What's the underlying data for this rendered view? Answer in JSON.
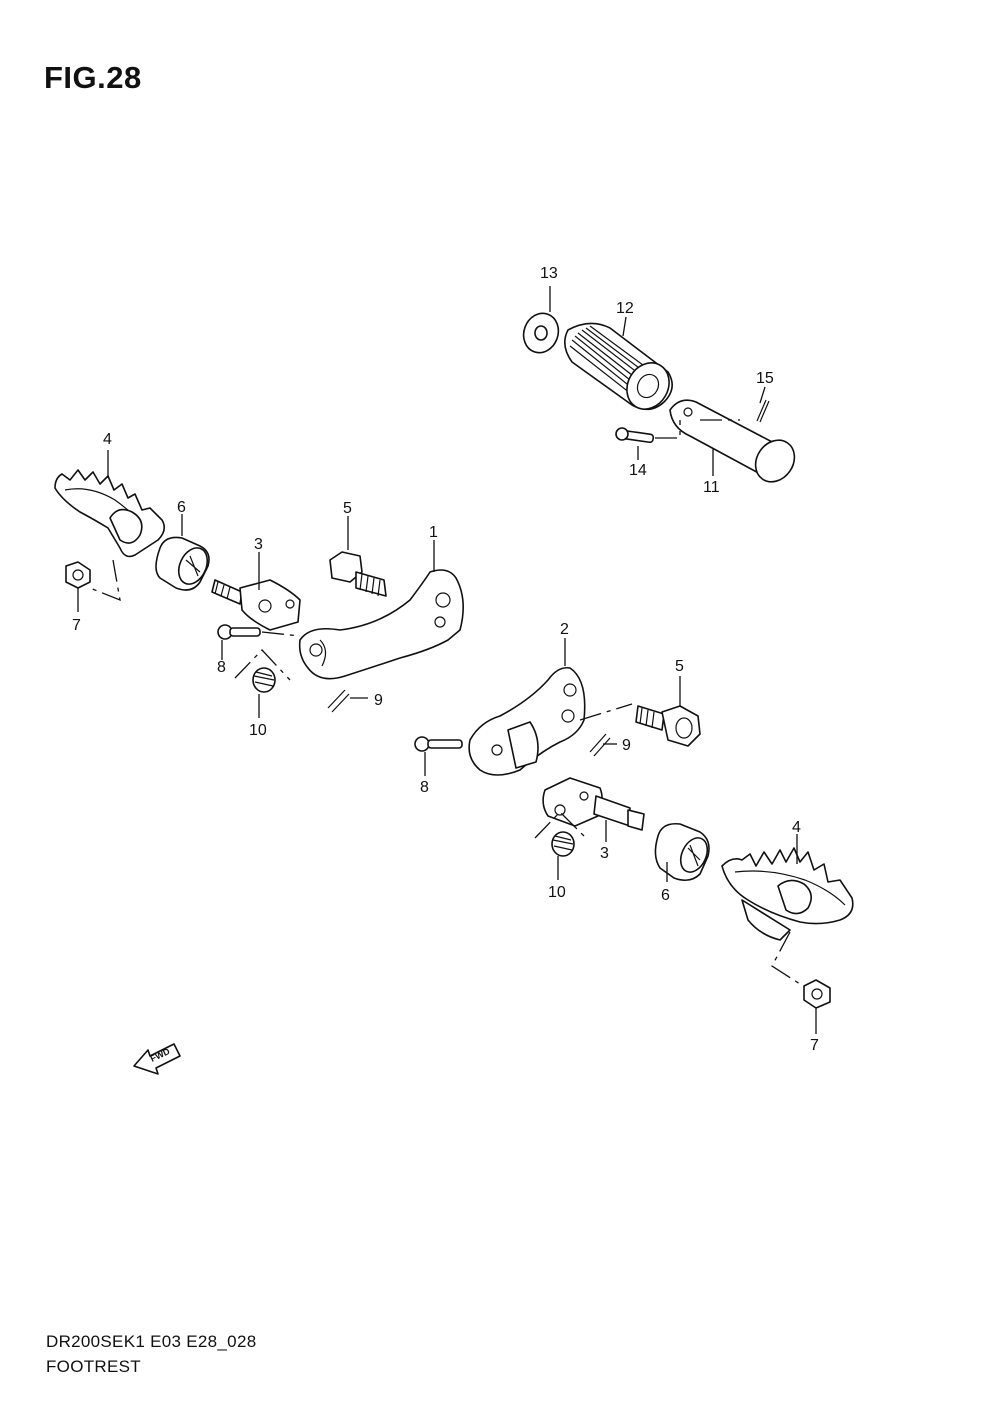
{
  "figure": {
    "title": "FIG.28"
  },
  "footer": {
    "code": "DR200SEK1 E03 E28_028",
    "name": "FOOTREST"
  },
  "fwd_label": "FWD",
  "callouts": {
    "c1": "1",
    "c2": "2",
    "c3a": "3",
    "c3b": "3",
    "c4a": "4",
    "c4b": "4",
    "c5a": "5",
    "c5b": "5",
    "c6a": "6",
    "c6b": "6",
    "c7a": "7",
    "c7b": "7",
    "c8a": "8",
    "c8b": "8",
    "c9a": "9",
    "c9b": "9",
    "c10a": "10",
    "c10b": "10",
    "c11": "11",
    "c12": "12",
    "c13": "13",
    "c14": "14",
    "c15": "15"
  }
}
